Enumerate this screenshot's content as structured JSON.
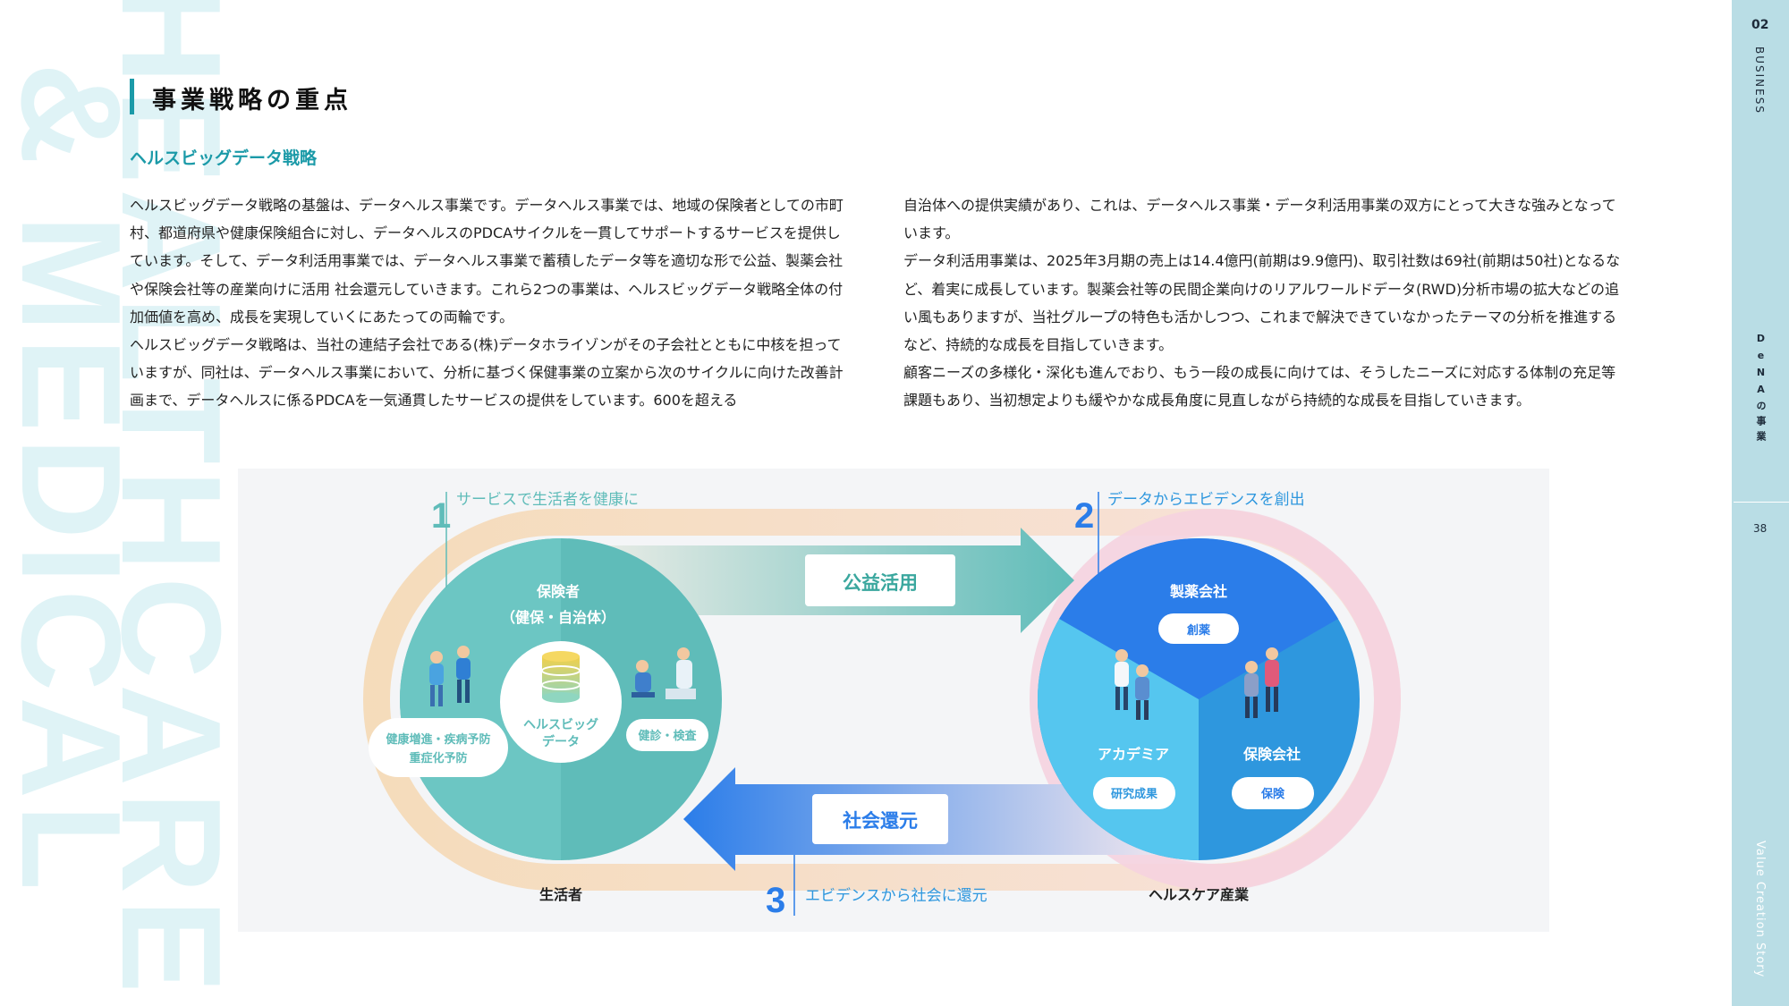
{
  "watermark": {
    "line1": "HEALTHCARE",
    "line2": "& MEDICAL"
  },
  "sidebar": {
    "section_number": "02",
    "section_name": "BUSINESS",
    "chapter": "DeNAの事業",
    "page_number": "38",
    "story": "Value Creation Story"
  },
  "heading": {
    "title": "事業戦略の重点",
    "subtitle": "ヘルスビッグデータ戦略"
  },
  "body": {
    "left": [
      "ヘルスビッグデータ戦略の基盤は、データヘルス事業です。データヘルス事業では、地域の保険者としての市町村、都道府県や健康保険組合に対し、データヘルスのPDCAサイクルを一貫してサポートするサービスを提供しています。そして、データ利活用事業では、データヘルス事業で蓄積したデータ等を適切な形で公益、製薬会社や保険会社等の産業向けに活用 社会還元していきます。これら2つの事業は、ヘルスビッグデータ戦略全体の付加価値を高め、成長を実現していくにあたっての両輪です。",
      "ヘルスビッグデータ戦略は、当社の連結子会社である(株)データホライゾンがその子会社とともに中核を担っていますが、同社は、データヘルス事業において、分析に基づく保健事業の立案から次のサイクルに向けた改善計画まで、データヘルスに係るPDCAを一気通貫したサービスの提供をしています。600を超える"
    ],
    "right": [
      "自治体への提供実績があり、これは、データヘルス事業・データ利活用事業の双方にとって大きな強みとなっています。",
      "データ利活用事業は、2025年3月期の売上は14.4億円(前期は9.9億円)、取引社数は69社(前期は50社)となるなど、着実に成長しています。製薬会社等の民間企業向けのリアルワールドデータ(RWD)分析市場の拡大などの追い風もありますが、当社グループの特色も活かしつつ、これまで解決できていなかったテーマの分析を推進するなど、持続的な成長を目指していきます。",
      "顧客ニーズの多様化・深化も進んでおり、もう一段の成長に向けては、そうしたニーズに対応する体制の充足等課題もあり、当初想定よりも緩やかな成長角度に見直しながら持続的な成長を目指していきます。"
    ]
  },
  "diagram": {
    "step1": {
      "num": "1",
      "text": "サービスで生活者を健康に"
    },
    "step2": {
      "num": "2",
      "text": "データからエビデンスを創出"
    },
    "step3": {
      "num": "3",
      "text": "エビデンスから社会に還元"
    },
    "arrow_top": "公益活用",
    "arrow_bottom": "社会還元",
    "left_circle": {
      "title1": "保険者",
      "title2": "（健保・自治体）",
      "center1": "ヘルスビッグ",
      "center2": "データ",
      "pill_left1": "健康増進・疾病予防",
      "pill_left2": "重症化予防",
      "pill_right": "健診・検査",
      "caption": "生活者"
    },
    "right_circle": {
      "top_title": "製薬会社",
      "top_pill": "創薬",
      "left_title": "アカデミア",
      "left_pill": "研究成果",
      "right_title": "保険会社",
      "right_pill": "保険",
      "caption": "ヘルスケア産業"
    },
    "colors": {
      "teal": "#5fbcb9",
      "blue": "#2b7de9",
      "light_blue": "#55c6ef",
      "mid_blue": "#2e97de",
      "accent": "#1b9aa8"
    }
  }
}
